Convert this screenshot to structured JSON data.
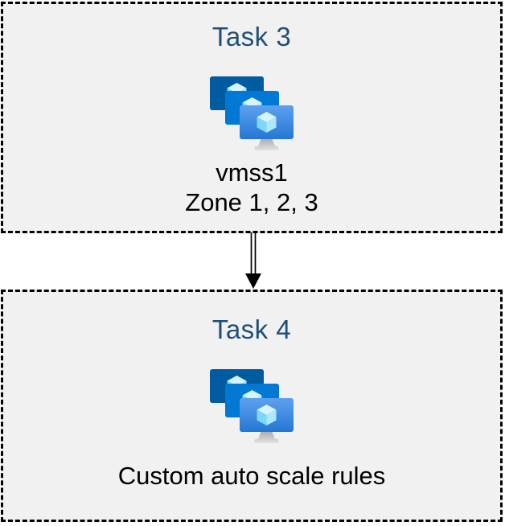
{
  "diagram": {
    "background_color": "#ffffff",
    "box_fill_color": "#f1f1f1",
    "box_border_color": "#000000",
    "heading_color": "#1f4e79",
    "body_text_color": "#000000",
    "tasks": [
      {
        "title": "Task 3",
        "icon": "vm-scale-sets-icon",
        "lines": [
          "vmss1",
          "Zone 1, 2, 3"
        ]
      },
      {
        "title": "Task 4",
        "icon": "vm-scale-sets-icon",
        "lines": [
          "Custom auto scale rules"
        ]
      }
    ],
    "connector": {
      "type": "double-line-arrow",
      "direction": "down",
      "color": "#000000"
    },
    "icon_colors": {
      "monitor_back": "#005ba1",
      "monitor_middle": "#0078d4",
      "monitor_front_top": "#5ea0ef",
      "monitor_front_bottom": "#2477d4",
      "cube_top": "#d7f4fe",
      "cube_left": "#7ed7f6",
      "cube_right": "#ace8fc",
      "stand_top": "#aeaeae",
      "stand_bottom": "#e2e2e2"
    }
  }
}
